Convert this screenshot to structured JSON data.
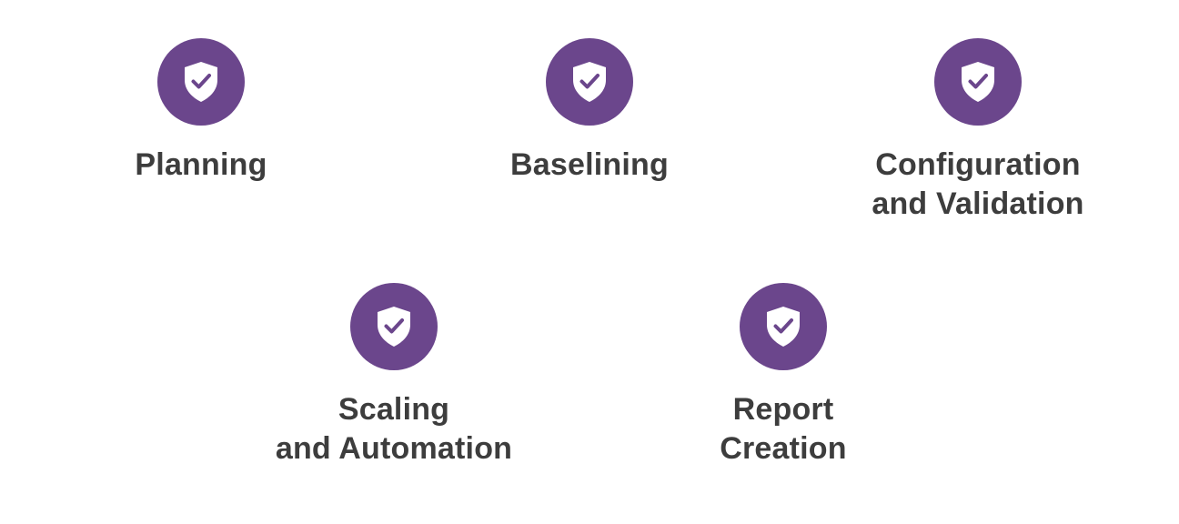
{
  "colors": {
    "badge": "#6b468c",
    "shield": "#ffffff",
    "label": "#3d3d3d"
  },
  "steps": [
    {
      "icon": "shield-check-icon",
      "lines": [
        "Planning"
      ]
    },
    {
      "icon": "shield-check-icon",
      "lines": [
        "Baselining"
      ]
    },
    {
      "icon": "shield-check-icon",
      "lines": [
        "Configuration",
        "and Validation"
      ]
    },
    {
      "icon": "shield-check-icon",
      "lines": [
        "Scaling",
        "and Automation"
      ]
    },
    {
      "icon": "shield-check-icon",
      "lines": [
        "Report",
        "Creation"
      ]
    }
  ]
}
